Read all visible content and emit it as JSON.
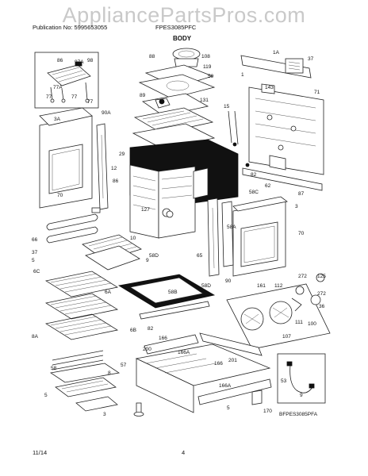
{
  "watermark": "AppliancePartsPros.com",
  "header": {
    "publication": "Publication No: 5995653055",
    "model": "FPES3085PFC",
    "title": "BODY"
  },
  "footer": {
    "date": "11/14",
    "page": "4"
  },
  "diagram_code": "BFPES3085PFA",
  "part_labels": {
    "l86": "86",
    "l97a": "97A",
    "l98": "98",
    "l77a": "77A",
    "l77_a": "77",
    "l77_b": "77",
    "l77_c": "77",
    "l88": "88",
    "l108": "108",
    "l119": "119",
    "l59": "59",
    "l89": "89",
    "l131": "131",
    "l15": "15",
    "l1a": "1A",
    "l37_top": "37",
    "l1": "1",
    "l143": "143",
    "l71": "71",
    "l3a": "3A",
    "l90a": "90A",
    "l29": "29",
    "l12": "12",
    "l86b": "86",
    "l70a": "70",
    "l127": "127",
    "l58c": "58C",
    "l82a": "82",
    "l62": "62",
    "l87": "87",
    "l3": "3",
    "l66": "66",
    "l10": "10",
    "l58a": "58A",
    "l70b": "70",
    "l37b": "37",
    "l5a": "5",
    "l9": "9",
    "l58d_a": "58D",
    "l65": "65",
    "l90": "90",
    "l6c": "6C",
    "l6a": "6A",
    "l58b": "58B",
    "l58d_b": "58D",
    "l82b": "82",
    "l6b": "6B",
    "l161": "161",
    "l112": "112",
    "l272a": "272",
    "l125": "125",
    "l272b": "272",
    "l36": "36",
    "l111": "111",
    "l100": "100",
    "l107": "107",
    "l8a": "8A",
    "l200": "200",
    "l166a": "166",
    "l166aa": "166A",
    "l201": "201",
    "l8": "8",
    "l58": "58",
    "l57": "57",
    "l166b": "166",
    "l166ab": "166A",
    "l5b": "5",
    "l5c": "5",
    "l53": "53",
    "l9b": "9",
    "l170": "170",
    "l3b": "3"
  }
}
